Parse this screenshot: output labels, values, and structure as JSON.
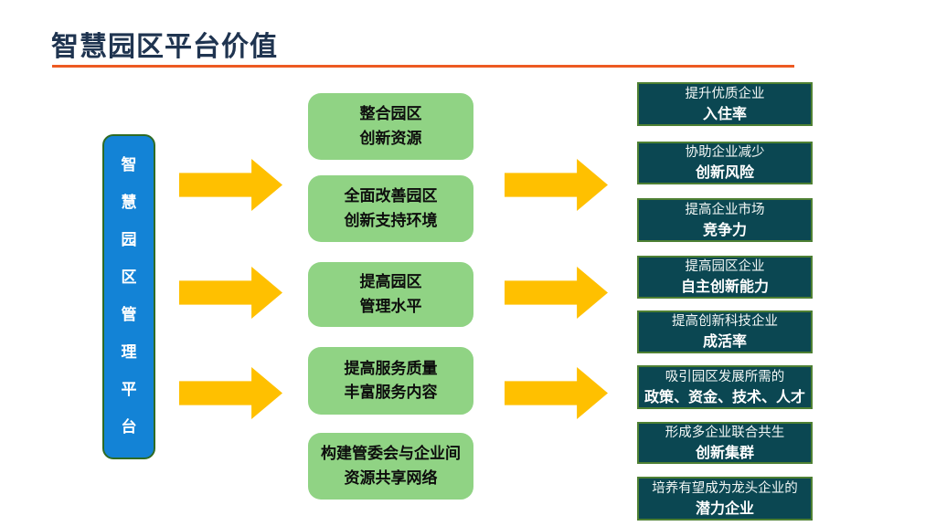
{
  "title": "智慧园区平台价值",
  "platform": {
    "label": "智慧园区管理平台",
    "chars": [
      "智",
      "慧",
      "园",
      "区",
      "管",
      "理",
      "平",
      "台"
    ]
  },
  "middle_boxes": [
    {
      "line1": "整合园区",
      "line2": "创新资源"
    },
    {
      "line1": "全面改善园区",
      "line2": "创新支持环境"
    },
    {
      "line1": "提高园区",
      "line2": "管理水平"
    },
    {
      "line1": "提高服务质量",
      "line2": "丰富服务内容"
    },
    {
      "line1": "构建管委会与企业间",
      "line2": "资源共享网络"
    }
  ],
  "right_boxes": [
    {
      "line1": "提升优质企业",
      "line2": "入住率"
    },
    {
      "line1": "协助企业减少",
      "line2": "创新风险"
    },
    {
      "line1": "提高企业市场",
      "line2": "竞争力"
    },
    {
      "line1": "提高园区企业",
      "line2": "自主创新能力"
    },
    {
      "line1": "提高创新科技企业",
      "line2": "成活率"
    },
    {
      "line1": "吸引园区发展所需的",
      "line2": "政策、资金、技术、人才"
    },
    {
      "line1": "形成多企业联合共生",
      "line2": "创新集群"
    },
    {
      "line1": "培养有望成为龙头企业的",
      "line2": "潜力企业"
    }
  ],
  "colors": {
    "title_text": "#1F3450",
    "title_rule": "#ED5A22",
    "platform_fill": "#1383D6",
    "platform_border": "#2F6B24",
    "middle_fill": "#90D384",
    "right_fill": "#0B4752",
    "right_border": "#4E8033",
    "arrow": "#FFC000",
    "background": "#FFFFFF"
  }
}
